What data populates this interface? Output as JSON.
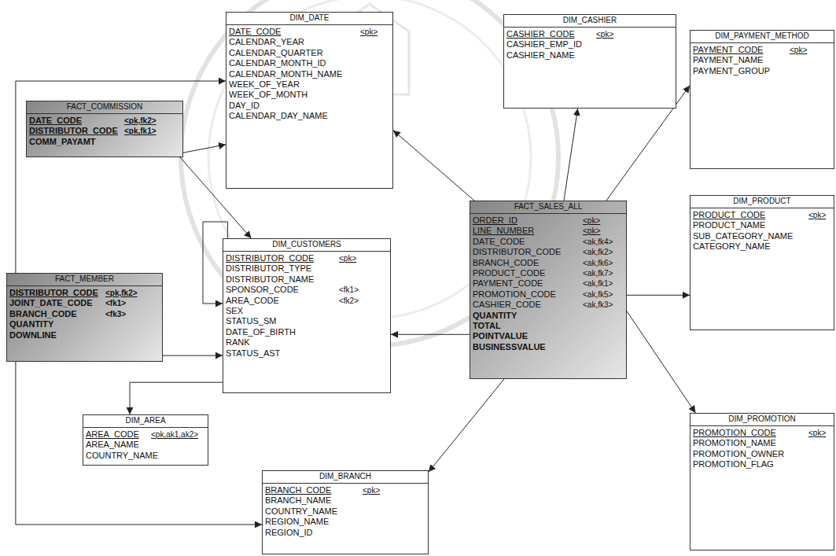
{
  "diagram": {
    "nodes": [
      {
        "text": [
          "DIM_DATE",
          "DATE_CODE",
          "<pk>",
          "CALENDAR_YEAR",
          "CALENDAR_QUARTER",
          "CALENDAR_MONTH_ID",
          "CALENDAR_MONTH_NAME",
          "WEEK_OF_YEAR",
          "WEEK_OF_MONTH",
          "DAY_ID",
          "CALENDAR_DAY_NAME"
        ]
      },
      {
        "text": [
          "DIM_CASHIER",
          "CASHIER_CODE",
          "<pk>",
          "CASHIER_EMP_ID",
          "CASHIER_NAME"
        ]
      },
      {
        "text": [
          "DIM_PAYMENT_METHOD",
          "PAYMENT_CODE",
          "<pk>",
          "PAYMENT_NAME",
          "PAYMENT_GROUP"
        ]
      },
      {
        "text": [
          "FACT_COMMISSION",
          "DATE_CODE",
          "<pk,fk2>",
          "DISTRIBUTOR_CODE",
          "<pk,fk1>",
          "COMM_PAYAMT"
        ]
      },
      {
        "text": [
          "DIM_CUSTOMERS",
          "DISTRIBUTOR_CODE",
          "<pk>",
          "DISTRIBUTOR_TYPE",
          "DISTRIBUTOR_NAME",
          "SPONSOR_CODE",
          "<fk1>",
          "AREA_CODE",
          "<fk2>",
          "SEX",
          "STATUS_SM",
          "DATE_OF_BIRTH",
          "RANK",
          "STATUS_AST"
        ]
      },
      {
        "text": [
          "FACT_SALES_ALL",
          "ORDER_ID",
          "<pk>",
          "LINE_NUMBER",
          "<pk>",
          "DATE_CODE",
          "<ak,fk4>",
          "DISTRIBUTOR_CODE",
          "<ak,fk2>",
          "BRANCH_CODE",
          "<ak,fk6>",
          "PRODUCT_CODE",
          "<ak,fk7>",
          "PAYMENT_CODE",
          "<ak,fk1>",
          "PROMOTION_CODE",
          "<ak,fk5>",
          "CASHIER_CODE",
          "<ak,fk3>",
          "QUANTITY",
          "TOTAL",
          "POINTVALUE",
          "BUSINESSVALUE"
        ]
      },
      {
        "text": [
          "DIM_PRODUCT",
          "PRODUCT_CODE",
          "<pk>",
          "PRODUCT_NAME",
          "SUB_CATEGORY_NAME",
          "CATEGORY_NAME"
        ]
      },
      {
        "text": [
          "FACT_MEMBER",
          "DISTRIBUTOR_CODE",
          "<pk,fk2>",
          "JOINT_DATE_CODE",
          "<fk1>",
          "BRANCH_CODE",
          "<fk3>",
          "QUANTITY",
          "DOWNLINE"
        ]
      },
      {
        "text": [
          "DIM_AREA",
          "AREA_CODE",
          "<pk,ak1,ak2>",
          "AREA_NAME",
          "COUNTRY_NAME"
        ]
      },
      {
        "text": [
          "DIM_BRANCH",
          "BRANCH_CODE",
          "<pk>",
          "BRANCH_NAME",
          "COUNTRY_NAME",
          "REGION_NAME",
          "REGION_ID"
        ]
      },
      {
        "text": [
          "DIM_PROMOTION",
          "PROMOTION_CODE",
          "<pk>",
          "PROMOTION_NAME",
          "PROMOTION_OWNER",
          "PROMOTION_FLAG"
        ]
      }
    ],
    "edges": [
      {
        "from": 3,
        "to": 0,
        "arrow": "to"
      },
      {
        "from": 3,
        "to": 4,
        "arrow": "to"
      },
      {
        "from": 7,
        "to": 0,
        "arrow": "to"
      },
      {
        "from": 7,
        "to": 4,
        "arrow": "to"
      },
      {
        "from": 7,
        "to": 9,
        "arrow": "to"
      },
      {
        "from": 4,
        "to": 4,
        "arrow": "to"
      },
      {
        "from": 4,
        "to": 8,
        "arrow": "to"
      },
      {
        "from": 5,
        "to": 0,
        "arrow": "to"
      },
      {
        "from": 5,
        "to": 1,
        "arrow": "to"
      },
      {
        "from": 5,
        "to": 2,
        "arrow": "to"
      },
      {
        "from": 5,
        "to": 6,
        "arrow": "to"
      },
      {
        "from": 5,
        "to": 10,
        "arrow": "to"
      },
      {
        "from": 5,
        "to": 9,
        "arrow": "to"
      },
      {
        "from": 5,
        "to": 4,
        "arrow": "to"
      }
    ]
  }
}
